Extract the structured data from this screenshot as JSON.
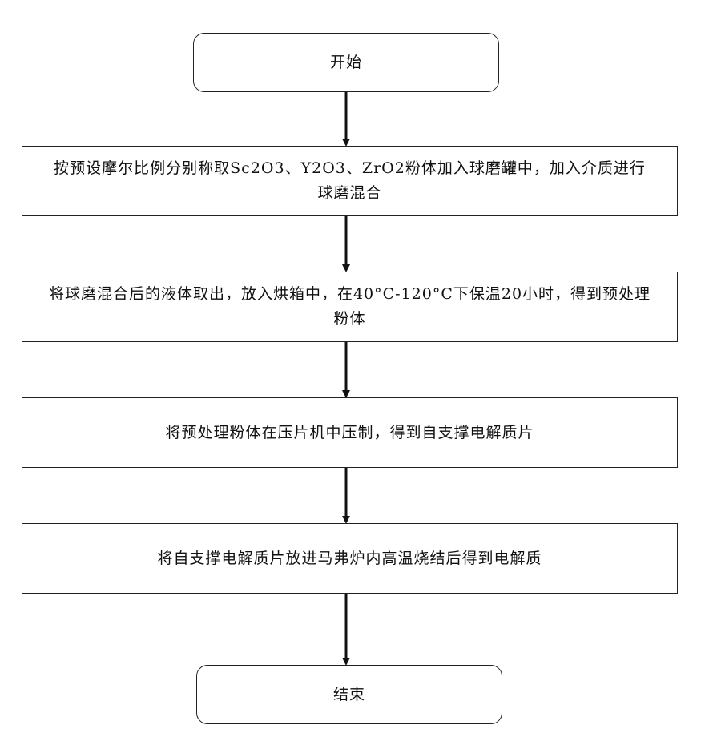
{
  "flowchart": {
    "start": "开始",
    "steps": [
      "按预设摩尔比例分别称取Sc2O3、Y2O3、ZrO2粉体加入球磨罐中，加入介质进行球磨混合",
      "将球磨混合后的液体取出，放入烘箱中，在40°C-120°C下保温20小时，得到预处理粉体",
      "将预处理粉体在压片机中压制，得到自支撑电解质片",
      "将自支撑电解质片放进马弗炉内高温烧结后得到电解质"
    ],
    "end": "结束"
  },
  "colors": {
    "stroke": "#222222",
    "background": "#ffffff",
    "text": "#111111"
  }
}
